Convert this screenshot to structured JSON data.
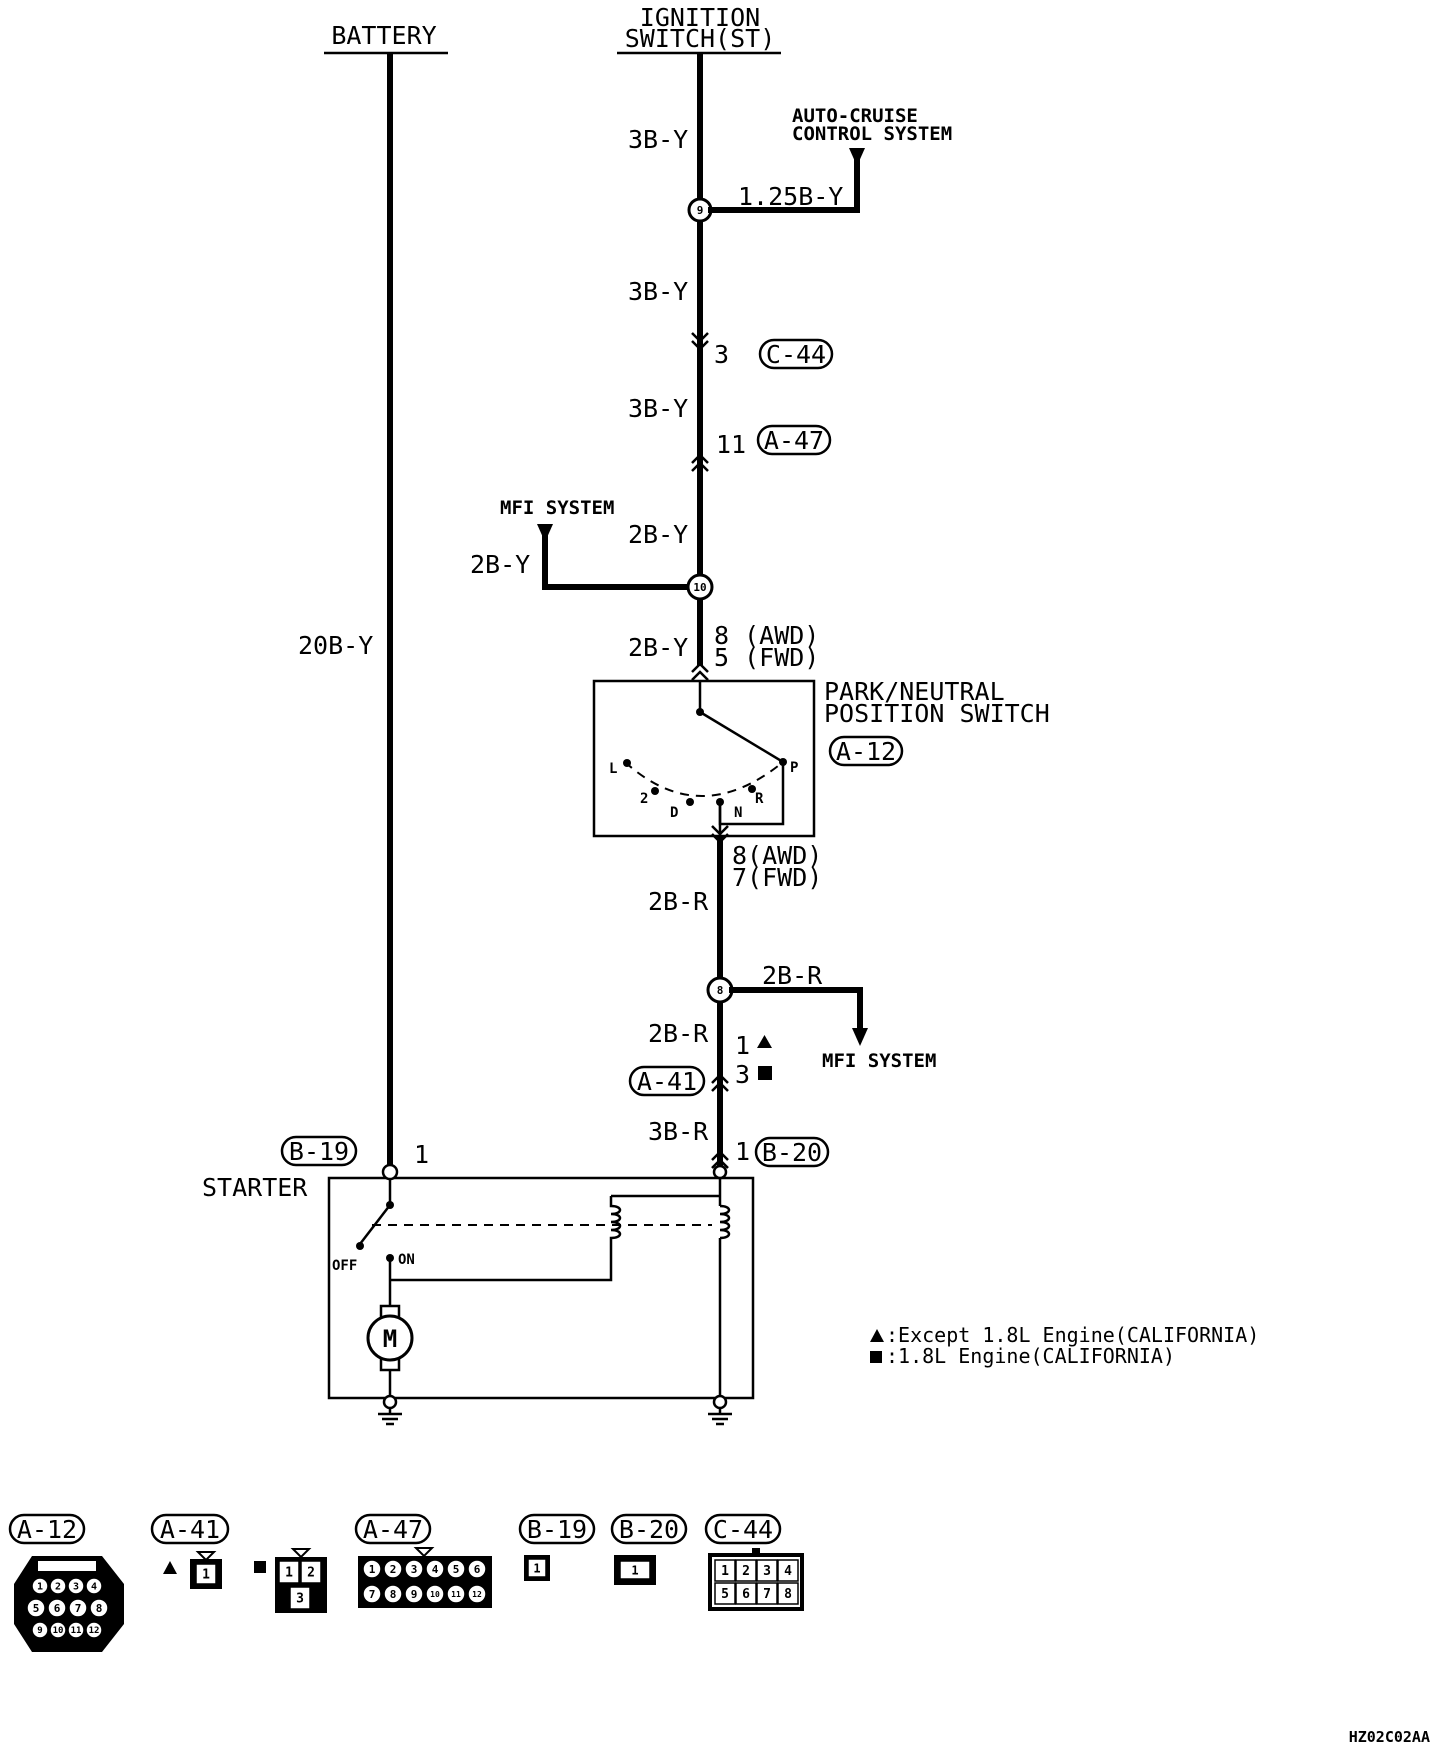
{
  "labels": {
    "battery": "BATTERY",
    "ignition_line1": "IGNITION",
    "ignition_line2": "SWITCH(ST)",
    "auto_cruise_line1": "AUTO-CRUISE",
    "auto_cruise_line2": "CONTROL SYSTEM",
    "mfi_system_top": "MFI SYSTEM",
    "mfi_system_bottom": "MFI SYSTEM",
    "pn_switch_line1": "PARK/NEUTRAL",
    "pn_switch_line2": "POSITION SWITCH",
    "starter": "STARTER",
    "off": "OFF",
    "on": "ON",
    "motor": "M",
    "drawing_code": "HZ02C02AA"
  },
  "wires": {
    "ign_top": "3B-Y",
    "cruise_branch": "1.25B-Y",
    "ign_mid": "3B-Y",
    "ign_low": "3B-Y",
    "mfi_branch": "2B-Y",
    "after_a47": "2B-Y",
    "to_pn_switch": "2B-Y",
    "battery": "20B-Y",
    "after_pn_switch": "2B-R",
    "mfi_branch_r": "2B-R",
    "below_junction8": "2B-R",
    "starter_feed": "3B-R"
  },
  "junctions": {
    "j9": "9",
    "j10": "10",
    "j8": "8"
  },
  "pins": {
    "c44_pin": "3",
    "a47_pin": "11",
    "pn_in_awd": "8 (AWD)",
    "pn_in_fwd": "5 (FWD)",
    "pn_out_awd": "8(AWD)",
    "pn_out_fwd": "7(FWD)",
    "a41_pin_except": "1",
    "a41_pin_cal": "3",
    "b19_pin": "1",
    "b20_pin": "1"
  },
  "connector_refs": {
    "c44": "C-44",
    "a47": "A-47",
    "a12": "A-12",
    "a41": "A-41",
    "b19": "B-19",
    "b20": "B-20"
  },
  "switch_positions": {
    "L": "L",
    "two": "2",
    "D": "D",
    "N": "N",
    "R": "R",
    "P": "P"
  },
  "legend": {
    "triangle_text": ":Except 1.8L Engine(CALIFORNIA)",
    "square_text": ":1.8L Engine(CALIFORNIA)"
  },
  "connector_faces": {
    "a12": {
      "title": "A-12",
      "row1": [
        "1",
        "2",
        "3",
        "4"
      ],
      "row2": [
        "5",
        "6",
        "7",
        "8"
      ],
      "row3": [
        "9",
        "10",
        "11",
        "12"
      ]
    },
    "a41_except": {
      "title": "A-41",
      "pins": [
        "1"
      ]
    },
    "a41_cal": {
      "pins_top": [
        "1",
        "2"
      ],
      "pins_bottom": [
        "3"
      ]
    },
    "a47": {
      "title": "A-47",
      "row1": [
        "1",
        "2",
        "3",
        "4",
        "5",
        "6"
      ],
      "row2": [
        "7",
        "8",
        "9",
        "10",
        "11",
        "12"
      ]
    },
    "b19": {
      "title": "B-19",
      "pins": [
        "1"
      ]
    },
    "b20": {
      "title": "B-20",
      "pins": [
        "1"
      ]
    },
    "c44": {
      "title": "C-44",
      "row1": [
        "1",
        "2",
        "3",
        "4"
      ],
      "row2": [
        "5",
        "6",
        "7",
        "8"
      ]
    }
  }
}
